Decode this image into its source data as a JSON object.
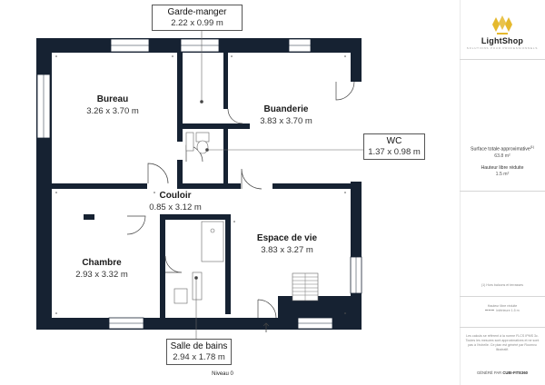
{
  "floor": {
    "label": "Niveau 0"
  },
  "rooms": [
    {
      "id": "bureau",
      "name": "Bureau",
      "dims": "3.26 x 3.70 m"
    },
    {
      "id": "buanderie",
      "name": "Buanderie",
      "dims": "3.83 x 3.70 m"
    },
    {
      "id": "couloir",
      "name": "Couloir",
      "dims": "0.85 x 3.12 m"
    },
    {
      "id": "chambre",
      "name": "Chambre",
      "dims": "2.93 x 3.32 m"
    },
    {
      "id": "espace",
      "name": "Espace de vie",
      "dims": "3.83 x 3.27 m"
    }
  ],
  "callouts": [
    {
      "id": "garde-manger",
      "name": "Garde-manger",
      "dims": "2.22 x 0.99 m"
    },
    {
      "id": "wc",
      "name": "WC",
      "dims": "1.37 x 0.98 m"
    },
    {
      "id": "salle-de-bains",
      "name": "Salle de bains",
      "dims": "2.94 x 1.78 m"
    }
  ],
  "sidebar": {
    "brand": "LightShop",
    "tagline": "SOLUTIONS POUR PROFESSIONNELS",
    "surface_label": "Surface totale approximative",
    "surface_sup": "(1)",
    "surface_value": "63.8 m²",
    "height_label": "Hauteur libre réduite",
    "height_value": "1.5 m²",
    "footnote_1": "(1) Hors balcons et terrasses",
    "legend_title": "Hauteur libre réduite",
    "legend_item": "Inférieure 1.5 m",
    "disclaimer": "Les calculs se réfèrent à la norme FLCS IPMS 3c. Toutes les mesures sont approximatives et ne sont pas à l'échelle. Ce plan est généré par Roomvu Illustratif.",
    "brand_line_prefix": "GÉNÉRÉ PAR",
    "brand_line_name": "CUBI-FITE360"
  },
  "colors": {
    "wall": "#162232",
    "accent": "#e5b92d"
  }
}
